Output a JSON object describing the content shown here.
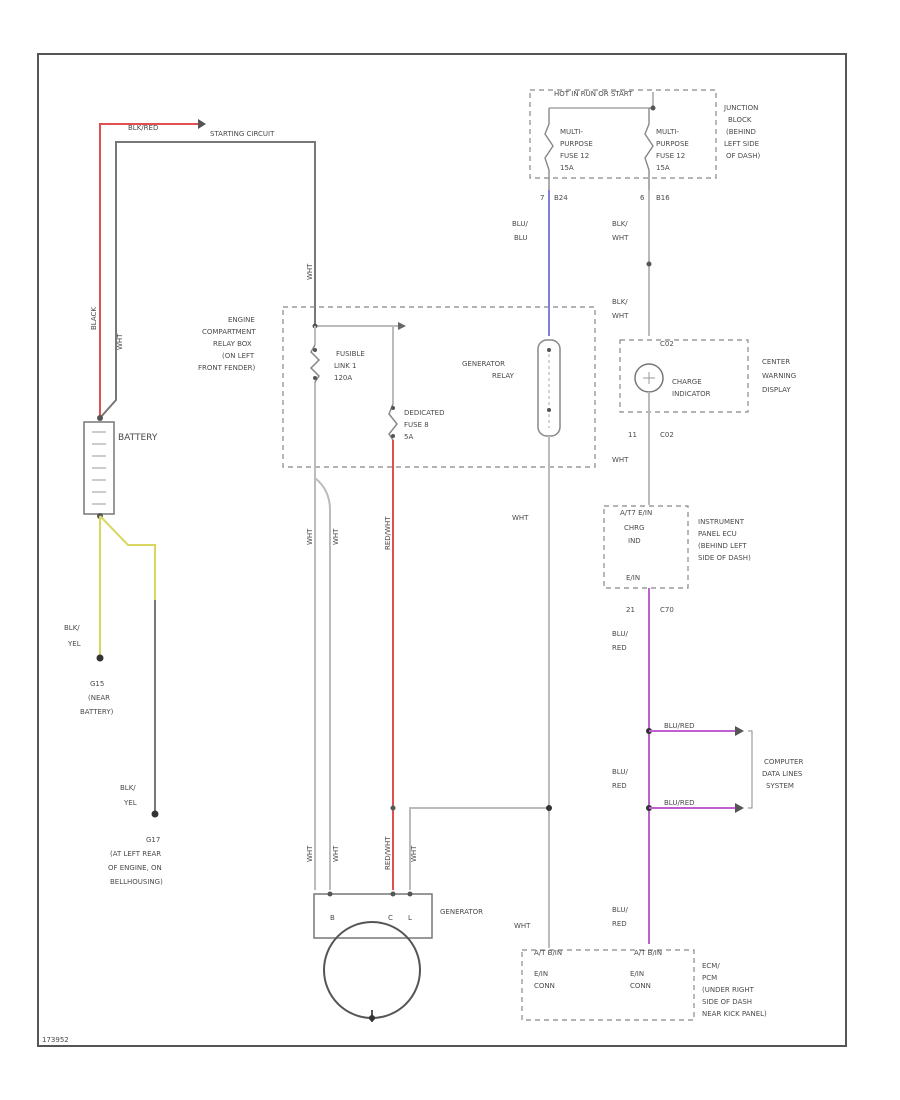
{
  "colors": {
    "red_wire": "#e05050",
    "gray_wire": "#777777",
    "light_wire": "#b8b8b8",
    "yellow_wire": "#d8d860",
    "blue_wire": "#8080e0",
    "violet_wire": "#c060d0",
    "frame": "#555555"
  },
  "labels": {
    "hot_in_run_start": "HOT IN RUN OR START",
    "starting_circuit": "STARTING CIRCUIT",
    "wire_blk_red_top": "BLK/RED",
    "junction_block": [
      "JUNCTION",
      "BLOCK",
      "(BEHIND",
      "LEFT SIDE",
      "OF DASH)"
    ],
    "fuse12_left": [
      "MULTI-",
      "PURPOSE",
      "FUSE 12",
      "15A"
    ],
    "fuse12_right": [
      "MULTI-",
      "PURPOSE",
      "FUSE 12",
      "15A"
    ],
    "pin_left_top": "7",
    "conn_left_top": "B24",
    "pin_right_top": "6",
    "conn_right_top": "B16",
    "wire_blu_blu": [
      "BLU/",
      "BLU"
    ],
    "wire_blk_wht_1": [
      "BLK/",
      "WHT"
    ],
    "wire_blk_wht_2": [
      "BLK/",
      "WHT"
    ],
    "relay_box": [
      "ENGINE",
      "COMPARTMENT",
      "RELAY BOX",
      "(ON LEFT",
      "FRONT FENDER)"
    ],
    "fusible_link": [
      "FUSIBLE",
      "LINK 1",
      "120A"
    ],
    "dedicated_fuse": [
      "DEDICATED",
      "FUSE 8",
      "5A"
    ],
    "generator_relay": [
      "GENERATOR",
      "RELAY"
    ],
    "charge_indicator": [
      "CHARGE",
      "INDICATOR"
    ],
    "conn_c02_top": "C02",
    "conn_c02_bot": "C02",
    "pin_11": "11",
    "center_warning": [
      "CENTER",
      "WARNING",
      "DISPLAY"
    ],
    "battery": "BATTERY",
    "wire_black": "BLACK",
    "wire_wht_battery": "WHT",
    "wire_blk_yel_1": [
      "BLK/",
      "YEL"
    ],
    "ground_g15": [
      "G15",
      "(NEAR",
      "BATTERY)"
    ],
    "wire_blk_yel_2": [
      "BLK/",
      "YEL"
    ],
    "ground_g17": [
      "G17",
      "(AT LEFT REAR",
      "OF ENGINE, ON",
      "BELLHOUSING)"
    ],
    "wire_wht_1": "WHT",
    "wire_wht_2": "WHT",
    "wire_red_wht": "RED/WHT",
    "wire_wht_mid": "WHT",
    "wire_wht_right": "WHT",
    "ipecu_conn_top": "A/T7   E/IN",
    "ipecu_inside": [
      "CHRG",
      "IND"
    ],
    "ipecu_conn_bot": "E/IN",
    "ipecu_label": [
      "INSTRUMENT",
      "PANEL ECU",
      "(BEHIND LEFT",
      "SIDE OF DASH)"
    ],
    "pin_21": "21",
    "conn_c70": "C70",
    "wire_blu_red_1": [
      "BLU/",
      "RED"
    ],
    "wire_blu_red_2": [
      "BLU/",
      "RED"
    ],
    "wire_blu_red_3": [
      "BLU/",
      "RED"
    ],
    "bus_label_1": "BLU/RED",
    "bus_label_2": "BLU/RED",
    "computer_data": [
      "COMPUTER",
      "DATA LINES",
      "SYSTEM"
    ],
    "generator": "GENERATOR",
    "gen_terminals": [
      "B",
      "C",
      "L"
    ],
    "wire_wht_gen_1": "WHT",
    "wire_wht_gen_2": "WHT",
    "wire_red_gen": "RED/WHT",
    "wire_wht_gen_3": "WHT",
    "wire_wht_gen_right": "WHT",
    "ecm_left_top": "A/T  B/IN",
    "ecm_left": [
      "E/IN",
      "CONN"
    ],
    "ecm_right_top": "A/T  B/IN",
    "ecm_right": [
      "E/IN",
      "CONN"
    ],
    "ecm_label": [
      "ECM/",
      "PCM",
      "(UNDER RIGHT",
      "SIDE OF DASH",
      "NEAR KICK PANEL)"
    ],
    "footer_code": "173952"
  }
}
